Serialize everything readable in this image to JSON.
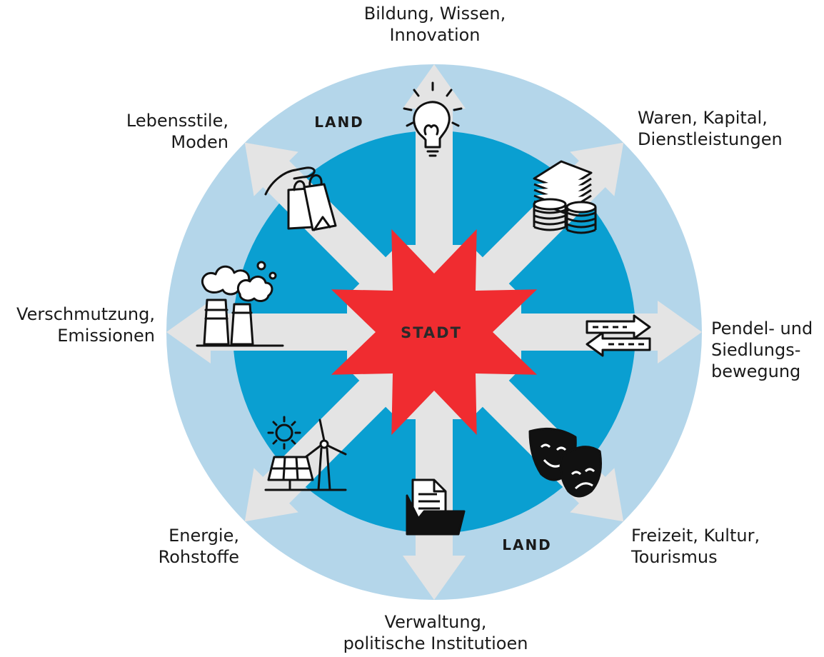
{
  "center_label": "STADT",
  "ring_labels": [
    "LAND",
    "LAND"
  ],
  "flows": [
    {
      "direction": "up",
      "icon": "lightbulb-icon",
      "lines": [
        "Bildung, Wissen,",
        "Innovation"
      ]
    },
    {
      "direction": "up-right",
      "icon": "money-stack-icon",
      "lines": [
        "Waren, Kapital,",
        "Dienstleistungen"
      ]
    },
    {
      "direction": "right",
      "icon": "two-way-arrows-icon",
      "lines": [
        "Pendel- und",
        "Siedlungs-",
        "bewegung"
      ]
    },
    {
      "direction": "down-right",
      "icon": "theater-masks-icon",
      "lines": [
        "Freizeit, Kultur,",
        "Tourismus"
      ]
    },
    {
      "direction": "down",
      "icon": "folder-document-icon",
      "lines": [
        "Verwaltung,",
        "politische Institutioen"
      ]
    },
    {
      "direction": "down-left",
      "icon": "solar-wind-icon",
      "lines": [
        "Energie,",
        "Rohstoffe"
      ]
    },
    {
      "direction": "left",
      "icon": "factory-smoke-icon",
      "lines": [
        "Verschmutzung,",
        "Emissionen"
      ]
    },
    {
      "direction": "up-left",
      "icon": "shopping-bags-icon",
      "lines": [
        "Lebensstile,",
        "Moden"
      ]
    }
  ],
  "colors": {
    "outer_ring": "#b4d6ea",
    "inner_circle": "#0a9fd1",
    "star": "#f02c30",
    "arrows": "#e4e4e4",
    "icons": "#111111"
  }
}
